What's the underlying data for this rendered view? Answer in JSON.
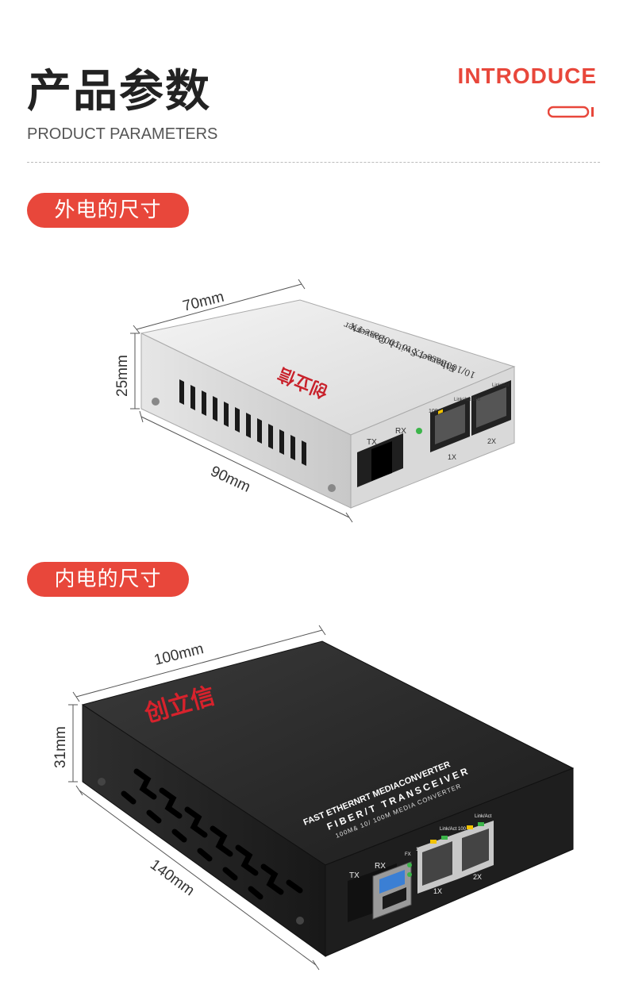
{
  "header": {
    "title_cn": "产品参数",
    "title_en": "INTRODUCE",
    "subtitle": "PRODUCT PARAMETERS"
  },
  "section_external": {
    "label": "外电的尺寸",
    "dims": {
      "length": "90mm",
      "width": "70mm",
      "height": "25mm"
    },
    "device": {
      "brand": "创立信",
      "line1": "10/100Base-TX to 100Base-FX",
      "line2": "Ethernet Switch Converter",
      "port_tx": "TX",
      "port_rx": "RX",
      "led_100": "100",
      "led_link1": "Link/Act 100",
      "led_link2": "Link/Act",
      "port1": "1X",
      "port2": "2X"
    }
  },
  "section_internal": {
    "label": "内电的尺寸",
    "dims": {
      "length": "140mm",
      "width": "100mm",
      "height": "31mm"
    },
    "device": {
      "brand": "创立信",
      "line1": "FAST ETHERNRT MEDIACONVERTER",
      "line2": "FIBER/T TRANSCEIVER",
      "line3": "100M& 10/ 100M MEDIA CONVERTER",
      "port_tx": "TX",
      "port_rx": "RX",
      "led_fx": "FX",
      "led_100": "100",
      "led_link1": "Link/Act 100",
      "led_link2": "Link/Act",
      "port1": "1X",
      "port2": "2X"
    }
  },
  "colors": {
    "accent": "#e8473b",
    "dark": "#222222"
  }
}
